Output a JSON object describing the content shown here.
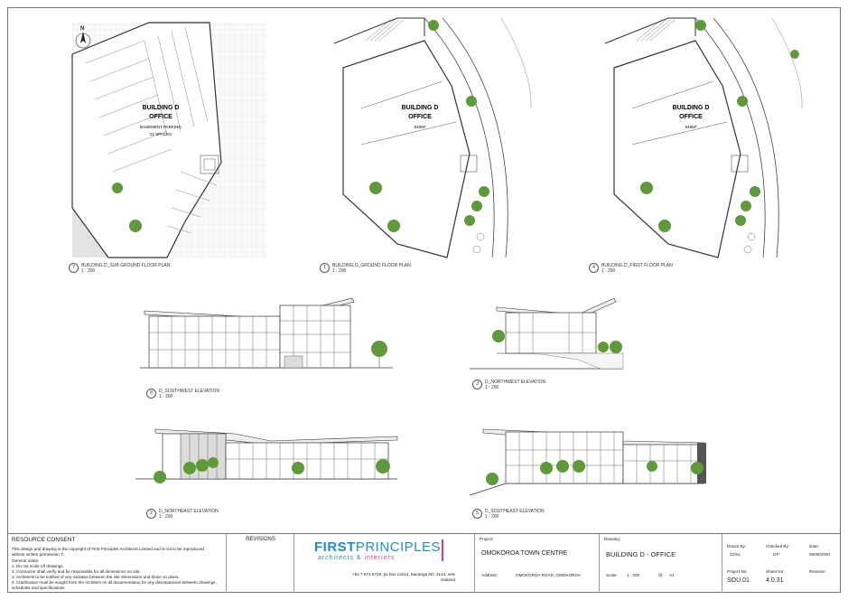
{
  "views": {
    "v7": {
      "num": "7",
      "title": "BUILDING D_SUB GROUND FLOOR PLAN",
      "scale": "1 : 200"
    },
    "v1": {
      "num": "1",
      "title": "BUILDING D_GROUND FLOOR PLAN",
      "scale": "1 : 200"
    },
    "v4": {
      "num": "4",
      "title": "BUILDING D_FIRST FLOOR PLAN",
      "scale": "1 : 200"
    },
    "v8": {
      "num": "8",
      "title": "D_SOUTHWEST ELEVATION",
      "scale": "1 : 200"
    },
    "v3": {
      "num": "3",
      "title": "D_NORTHWEST ELEVATION",
      "scale": "1 : 200"
    },
    "v2": {
      "num": "2",
      "title": "D_NORTHEAST ELEVATION",
      "scale": "1 : 200"
    },
    "v5": {
      "num": "5",
      "title": "D_SOUTHEAST ELEVATION",
      "scale": "1 : 200"
    }
  },
  "plans": {
    "north": "N",
    "sub": {
      "name1": "BUILDING D",
      "name2": "OFFICE",
      "note1": "BASEMENT PARKING",
      "note2": "21 SPACES"
    },
    "ground": {
      "name1": "BUILDING D",
      "name2": "OFFICE",
      "area": "640M²"
    },
    "first": {
      "name1": "BUILDING D",
      "name2": "OFFICE",
      "area": "640M²"
    }
  },
  "titleblock": {
    "consent_heading": "RESOURCE CONSENT",
    "copyright": "This design and drawing is the copyright of First Principles Architects Limited and is not to be reproduced without written permission ©",
    "notes_heading": "General notes:",
    "notes": [
      "1. Do not scale off drawings.",
      "2. Contractor shall verify and be responsible for all dimensions on site.",
      "3. Architects to be notified of any variation between the site dimensions and those on plans.",
      "4. Clarification must be sought from the Architect on all documentation for any discrepancies between drawings, schedules and specifications"
    ],
    "revisions_heading": "REVISIONS",
    "logo_first": "FIRST",
    "logo_principles": "PRINCIPLES",
    "logo_sub_a": "architects &",
    "logo_sub_b": "interiors",
    "logo_contact": "+64 7 574 5728, po box 14214, tauranga MC 3143, new zealand",
    "project_label": "Project:",
    "project_value": "OMOKOROA TOWN CENTRE",
    "address_label": "Address:",
    "address_value": "OMOKOROA ROAD, OMOKOROA",
    "drawing_label": "Drawing:",
    "drawing_value": "BUILDING D - OFFICE",
    "scale_label": "Scale:",
    "scale_value": "1 : 200",
    "at": "@",
    "paper": "A1",
    "drawn_label": "Drawn By:",
    "drawn_value": "CDXL",
    "checked_label": "Checked By:",
    "checked_value": "GP",
    "date_label": "Date:",
    "date_value": "08/05/2020",
    "projno_label": "Project No.",
    "projno_value": "SOU.01",
    "sheet_label": "Sheet No:",
    "sheet_value": "4.0.31",
    "revision_label": "Revision:",
    "revision_value": ""
  },
  "colors": {
    "tree": "#5f9a3a",
    "logo_blue": "#1b8fc7",
    "logo_pink": "#e0338a"
  }
}
